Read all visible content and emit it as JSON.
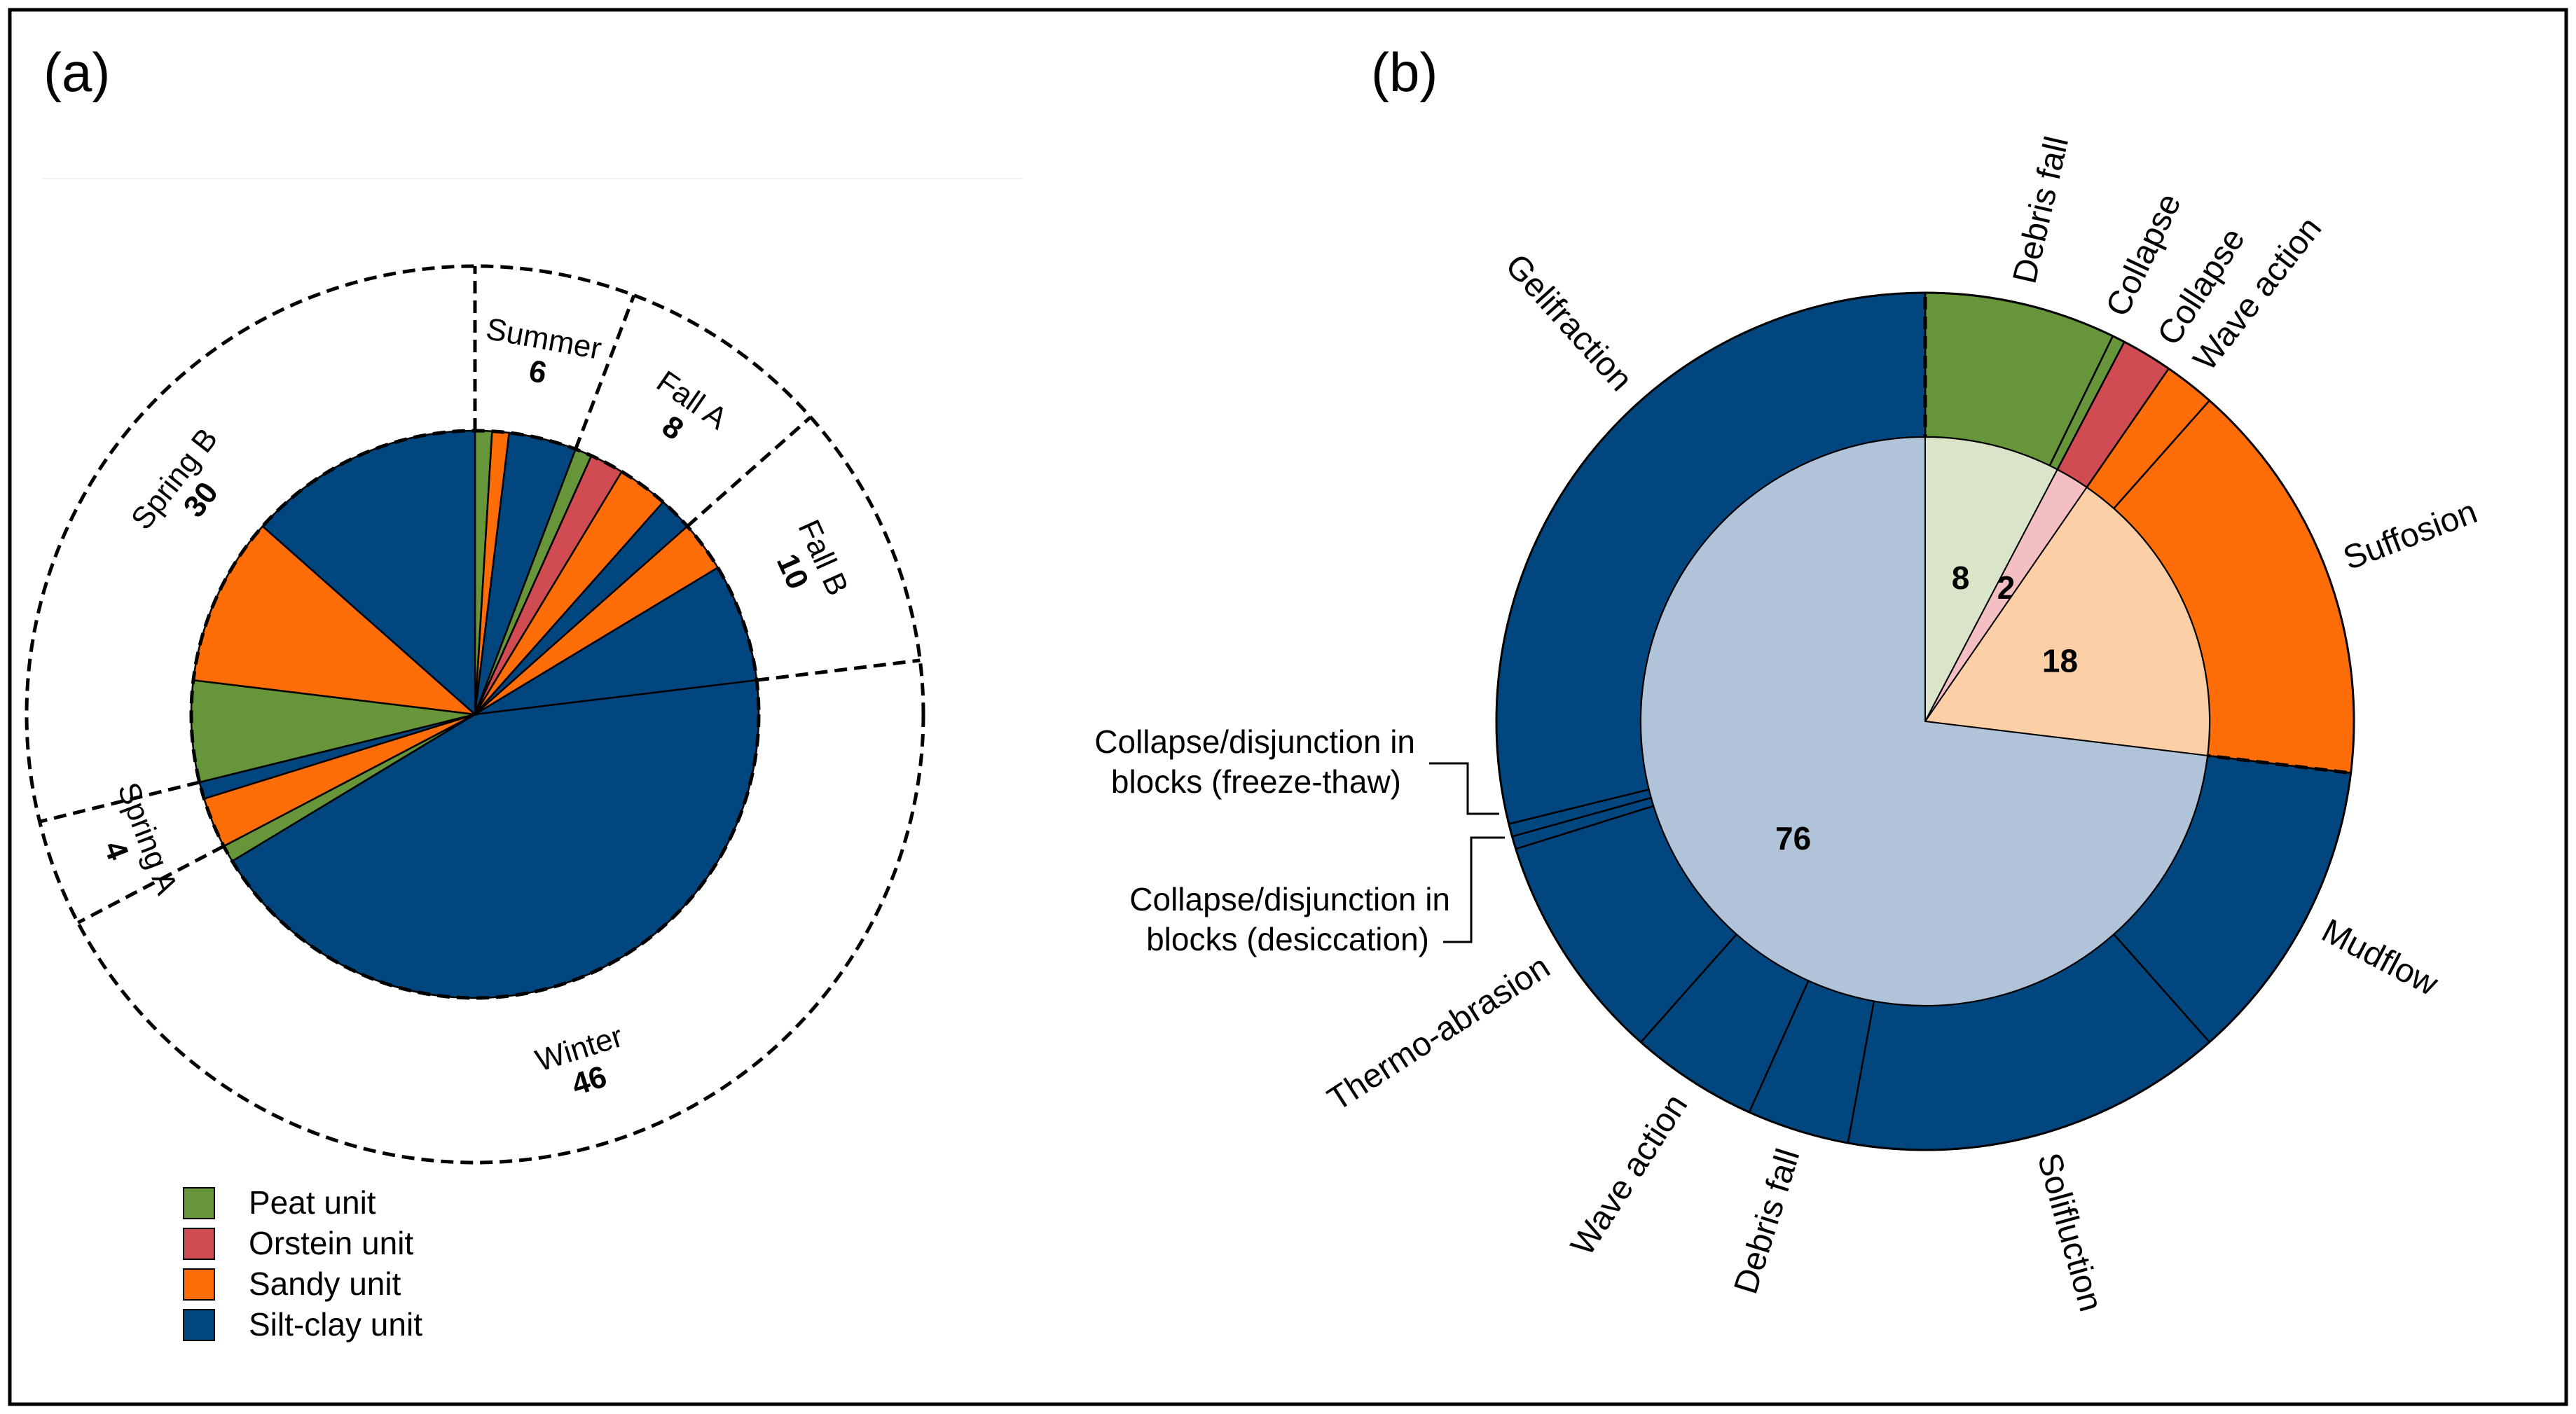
{
  "colors": {
    "peat": "#66953a",
    "orstein": "#d04b52",
    "sandy": "#fe6d08",
    "silt_clay": "#02467f",
    "peat_light": "#d9e4c8",
    "orstein_light": "#f4bfc3",
    "sandy_light": "#fdcfa6",
    "silt_clay_light": "#b1c3d9",
    "outline": "#000000"
  },
  "panel_a": {
    "label": "(a)",
    "legend": [
      {
        "label": "Peat unit",
        "key": "peat"
      },
      {
        "label": "Orstein unit",
        "key": "orstein"
      },
      {
        "label": "Sandy unit",
        "key": "sandy"
      },
      {
        "label": "Silt-clay unit",
        "key": "silt_clay"
      }
    ]
  },
  "panel_b": {
    "label": "(b)",
    "leader_labels": [
      {
        "line1": "Collapse/disjunction in",
        "line2": "blocks (freeze-thaw)"
      },
      {
        "line1": "Collapse/disjunction in",
        "line2": "blocks (desiccation)"
      }
    ]
  },
  "chart_data": [
    {
      "type": "pie",
      "title": "",
      "rings": [
        {
          "name": "season",
          "labels": [
            "Summer",
            "Fall A",
            "Fall B",
            "Winter",
            "Spring A",
            "Spring B"
          ],
          "values": [
            6,
            8,
            10,
            46,
            4,
            30
          ]
        },
        {
          "name": "unit",
          "slices": [
            {
              "season": "Summer",
              "unit": "Peat unit",
              "value": 1
            },
            {
              "season": "Summer",
              "unit": "Sandy unit",
              "value": 1
            },
            {
              "season": "Summer",
              "unit": "Silt-clay unit",
              "value": 4
            },
            {
              "season": "Fall A",
              "unit": "Peat unit",
              "value": 1
            },
            {
              "season": "Fall A",
              "unit": "Orstein unit",
              "value": 2
            },
            {
              "season": "Fall A",
              "unit": "Sandy unit",
              "value": 3
            },
            {
              "season": "Fall A",
              "unit": "Silt-clay unit",
              "value": 2
            },
            {
              "season": "Fall B",
              "unit": "Sandy unit",
              "value": 3
            },
            {
              "season": "Fall B",
              "unit": "Silt-clay unit",
              "value": 7
            },
            {
              "season": "Winter",
              "unit": "Silt-clay unit",
              "value": 45
            },
            {
              "season": "Winter",
              "unit": "Peat unit",
              "value": 1
            },
            {
              "season": "Spring A",
              "unit": "Sandy unit",
              "value": 3
            },
            {
              "season": "Spring A",
              "unit": "Silt-clay unit",
              "value": 1
            },
            {
              "season": "Spring B",
              "unit": "Peat unit",
              "value": 6
            },
            {
              "season": "Spring B",
              "unit": "Sandy unit",
              "value": 10
            },
            {
              "season": "Spring B",
              "unit": "Silt-clay unit",
              "value": 14
            }
          ]
        }
      ],
      "label_values": [
        "6",
        "8",
        "10",
        "46",
        "4",
        "30"
      ],
      "legend": [
        "Peat unit",
        "Orstein unit",
        "Sandy unit",
        "Silt-clay unit"
      ],
      "legend_position": "bottom-left"
    },
    {
      "type": "pie",
      "title": "",
      "inner": [
        {
          "unit": "Peat unit",
          "value": 8,
          "label": "8"
        },
        {
          "unit": "Orstein unit",
          "value": 2,
          "label": "2"
        },
        {
          "unit": "Sandy unit",
          "value": 18,
          "label": "18"
        },
        {
          "unit": "Silt-clay unit",
          "value": 76,
          "label": "76"
        }
      ],
      "outer": [
        {
          "process": "Debris fall",
          "unit": "Peat unit",
          "value": 7.5
        },
        {
          "process": "Collapse",
          "unit": "Peat unit",
          "value": 0.5
        },
        {
          "process": "Collapse",
          "unit": "Orstein unit",
          "value": 2
        },
        {
          "process": "Wave action",
          "unit": "Sandy unit",
          "value": 2
        },
        {
          "process": "Suffosion",
          "unit": "Sandy unit",
          "value": 16
        },
        {
          "process": "Mudflow",
          "unit": "Silt-clay unit",
          "value": 12
        },
        {
          "process": "Solifluction",
          "unit": "Silt-clay unit",
          "value": 15
        },
        {
          "process": "Debris fall",
          "unit": "Silt-clay unit",
          "value": 4
        },
        {
          "process": "Wave action",
          "unit": "Silt-clay unit",
          "value": 5
        },
        {
          "process": "Thermo-abrasion",
          "unit": "Silt-clay unit",
          "value": 9
        },
        {
          "process": "Collapse/disjunction in blocks (desiccation)",
          "unit": "Silt-clay unit",
          "value": 0.5
        },
        {
          "process": "Collapse/disjunction in blocks (freeze-thaw)",
          "unit": "Silt-clay unit",
          "value": 0.5
        },
        {
          "process": "Gelifraction",
          "unit": "Silt-clay unit",
          "value": 30
        }
      ],
      "outer_labels": [
        "Debris fall",
        "Collapse",
        "Collapse",
        "Wave action",
        "Suffosion",
        "Mudflow",
        "Solifluction",
        "Debris fall",
        "Wave action",
        "Thermo-abrasion",
        "Gelifraction"
      ]
    }
  ]
}
